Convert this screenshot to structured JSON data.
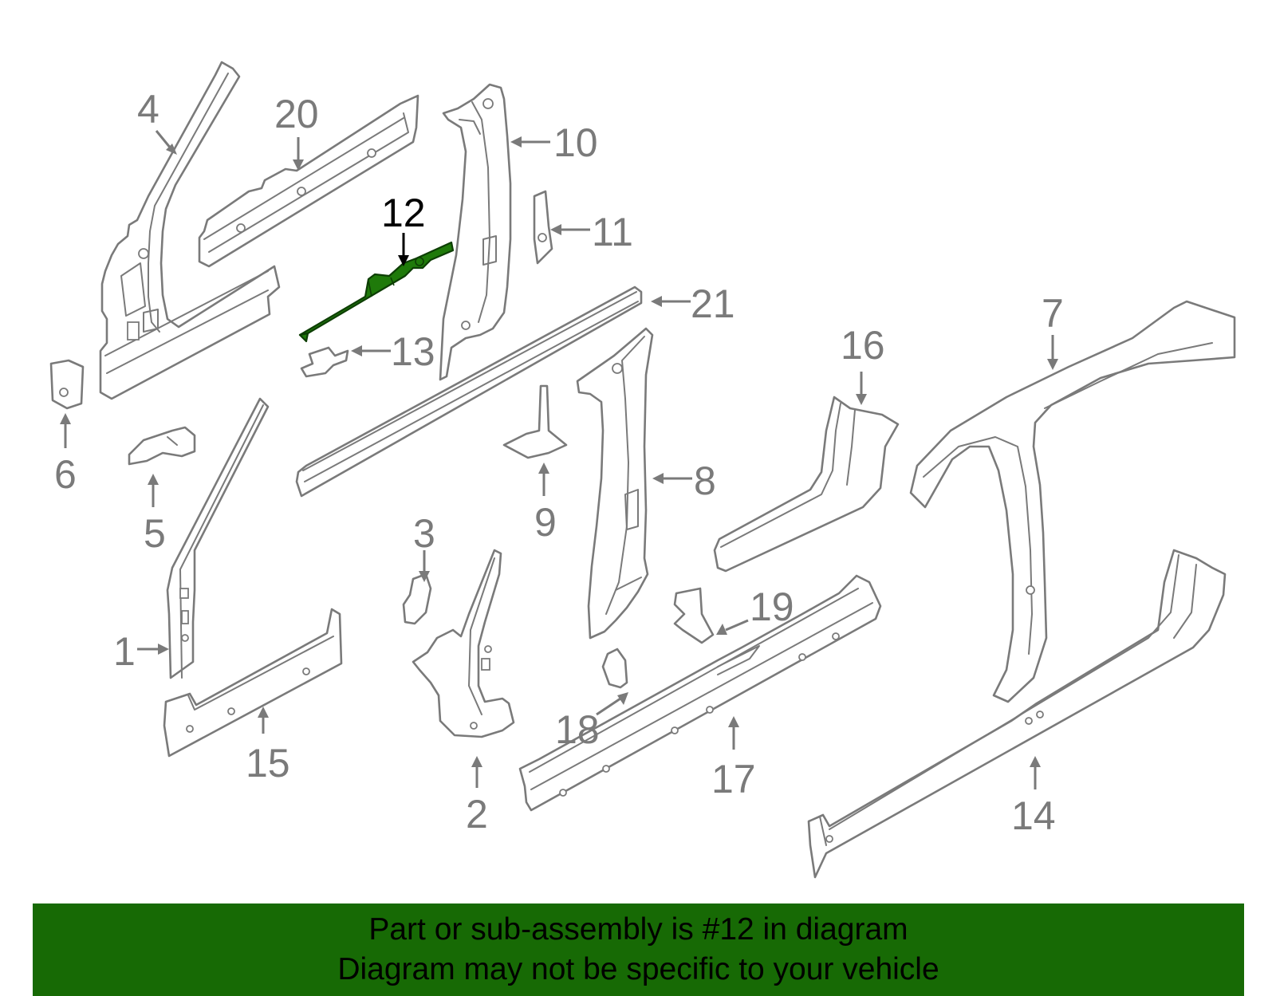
{
  "diagram": {
    "highlighted_part": "12",
    "highlight_color": "#1f7a0a",
    "line_color": "#7a7a7a",
    "callouts": [
      "1",
      "2",
      "3",
      "4",
      "5",
      "6",
      "7",
      "8",
      "9",
      "10",
      "11",
      "12",
      "13",
      "14",
      "15",
      "16",
      "17",
      "18",
      "19",
      "20",
      "21"
    ]
  },
  "banner": {
    "background": "#176a05",
    "line1": "Part or sub-assembly is #12 in diagram",
    "line2": "Diagram may not be specific to your vehicle"
  }
}
